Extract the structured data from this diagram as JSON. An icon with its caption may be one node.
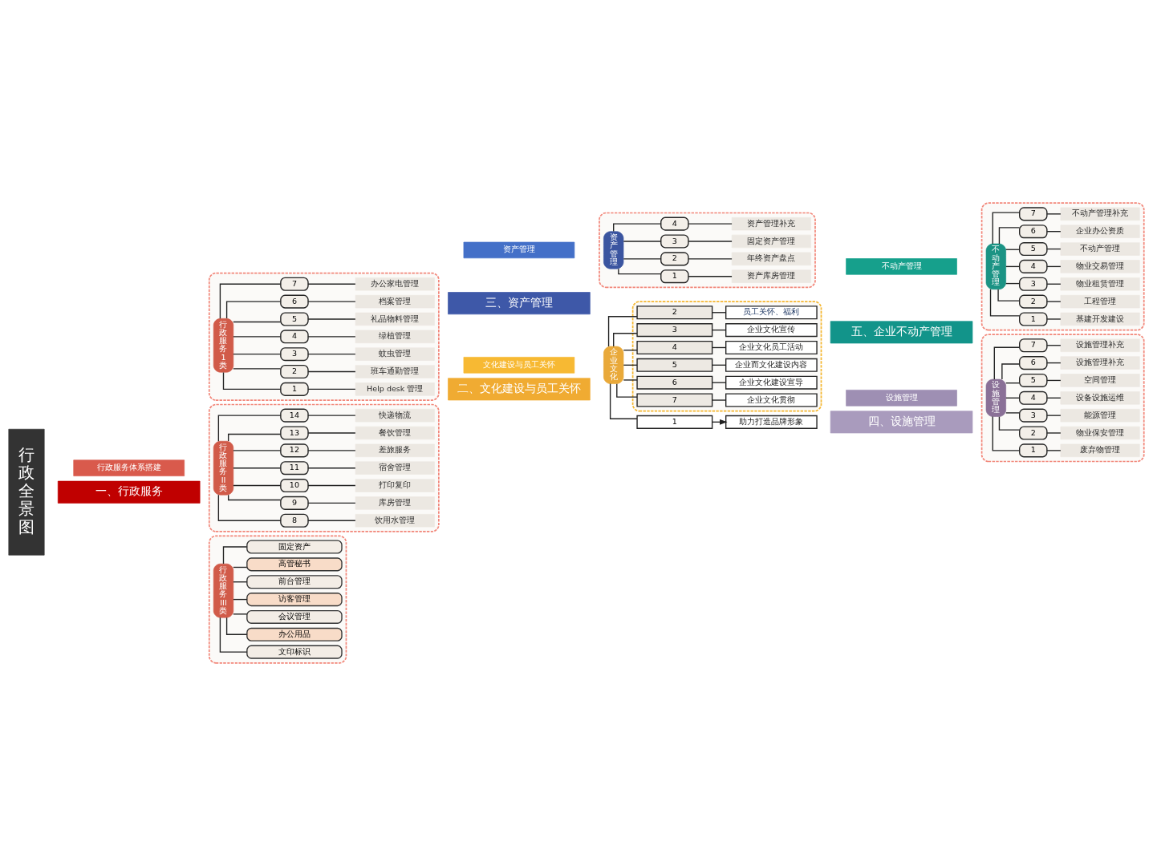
{
  "diagram": {
    "nodes": [
      {
        "text": [
          "行政全景图"
        ]
      },
      {
        "text": [
          "一、行政服务"
        ]
      },
      {
        "text": [
          "行政服务体系搭建"
        ]
      },
      {
        "text": [],
        "shape": "box"
      },
      {
        "text": [
          "行政服务1类"
        ],
        "in": 3
      },
      {
        "text": [
          "1"
        ],
        "in": 3
      },
      {
        "text": [
          "2"
        ],
        "in": 3
      },
      {
        "text": [
          "3"
        ],
        "in": 3
      },
      {
        "text": [
          "4"
        ],
        "in": 3
      },
      {
        "text": [
          "5"
        ],
        "in": 3
      },
      {
        "text": [
          "6"
        ],
        "in": 3
      },
      {
        "text": [
          "7"
        ],
        "in": 3
      },
      {
        "text": [
          "Help desk 管理"
        ],
        "in": 3
      },
      {
        "text": [
          "班车通勤管理"
        ],
        "in": 3
      },
      {
        "text": [
          "蚊虫管理"
        ],
        "in": 3
      },
      {
        "text": [
          "绿植管理"
        ],
        "in": 3
      },
      {
        "text": [
          "礼品物料管理"
        ],
        "in": 3
      },
      {
        "text": [
          "档案管理"
        ],
        "in": 3
      },
      {
        "text": [
          "办公家电管理"
        ],
        "in": 3
      },
      {
        "text": [],
        "shape": "box"
      },
      {
        "text": [
          "行政服务II类"
        ],
        "in": 19
      },
      {
        "text": [
          "8"
        ],
        "in": 19
      },
      {
        "text": [
          "9"
        ],
        "in": 19
      },
      {
        "text": [
          "10"
        ],
        "in": 19
      },
      {
        "text": [
          "11"
        ],
        "in": 19
      },
      {
        "text": [
          "12"
        ],
        "in": 19
      },
      {
        "text": [
          "13"
        ],
        "in": 19
      },
      {
        "text": [
          "14"
        ],
        "in": 19
      },
      {
        "text": [
          "饮用水管理"
        ],
        "in": 19
      },
      {
        "text": [
          "库房管理"
        ],
        "in": 19
      },
      {
        "text": [
          "打印复印"
        ],
        "in": 19
      },
      {
        "text": [
          "宿舍管理"
        ],
        "in": 19
      },
      {
        "text": [
          "差旅服务"
        ],
        "in": 19
      },
      {
        "text": [
          "餐饮管理"
        ],
        "in": 19
      },
      {
        "text": [
          "快递物流"
        ],
        "in": 19
      },
      {
        "text": [],
        "shape": "box"
      },
      {
        "text": [
          "行政服务III类"
        ],
        "in": 35
      },
      {
        "text": [
          "文印标识"
        ],
        "in": 35
      },
      {
        "text": [
          "办公用品"
        ],
        "in": 35
      },
      {
        "text": [
          "会议管理"
        ],
        "in": 35
      },
      {
        "text": [
          "访客管理"
        ],
        "in": 35
      },
      {
        "text": [
          "前台管理"
        ],
        "in": 35
      },
      {
        "text": [
          "高管秘书"
        ],
        "in": 35
      },
      {
        "text": [
          "固定资产"
        ],
        "in": 35
      },
      {
        "text": [
          "二、文化建设与员工关怀"
        ]
      },
      {
        "text": [
          "文化建设与员工关怀"
        ]
      },
      {
        "text": [
          "企业文化"
        ]
      },
      {
        "text": [
          "1"
        ]
      },
      {
        "text": [
          "助力打造品牌形象"
        ]
      },
      {
        "text": [],
        "shape": "box"
      },
      {
        "text": [
          "2"
        ],
        "in": 49
      },
      {
        "text": [
          "3"
        ],
        "in": 49
      },
      {
        "text": [
          "4"
        ],
        "in": 49
      },
      {
        "text": [
          "5"
        ],
        "in": 49
      },
      {
        "text": [
          "6"
        ],
        "in": 49
      },
      {
        "text": [
          "7"
        ],
        "in": 49
      },
      {
        "text": [
          "员工关怀、福利"
        ],
        "in": 49
      },
      {
        "text": [
          "企业文化宣传"
        ],
        "in": 49
      },
      {
        "text": [
          "企业文化员工活动"
        ],
        "in": 49
      },
      {
        "text": [
          "企业而文化建设内容"
        ],
        "in": 49
      },
      {
        "text": [
          "企业文化建设宣导"
        ],
        "in": 49
      },
      {
        "text": [
          "企业文化贯彻"
        ],
        "in": 49
      },
      {
        "text": [
          "四、设施管理"
        ]
      },
      {
        "text": [
          "设施管理"
        ]
      },
      {
        "text": [],
        "shape": "box"
      },
      {
        "text": [
          "设施管理"
        ],
        "in": 64
      },
      {
        "text": [
          "1"
        ],
        "in": 64
      },
      {
        "text": [
          "2"
        ],
        "in": 64
      },
      {
        "text": [
          "3"
        ],
        "in": 64
      },
      {
        "text": [
          "4"
        ],
        "in": 64
      },
      {
        "text": [
          "5"
        ],
        "in": 64
      },
      {
        "text": [
          "6"
        ],
        "in": 64
      },
      {
        "text": [
          "7"
        ],
        "in": 64
      },
      {
        "text": [
          "废弃物管理"
        ],
        "in": 64
      },
      {
        "text": [
          "物业保安管理"
        ],
        "in": 64
      },
      {
        "text": [
          "能源管理"
        ],
        "in": 64
      },
      {
        "text": [
          "设备设施运维"
        ],
        "in": 64
      },
      {
        "text": [
          "空间管理"
        ],
        "in": 64
      },
      {
        "text": [
          "设施管理补充"
        ],
        "in": 64
      },
      {
        "text": [
          "设施管理补充"
        ],
        "in": 64
      },
      {
        "text": [
          "三、资产管理"
        ]
      },
      {
        "text": [
          "资产管理"
        ]
      },
      {
        "text": [],
        "shape": "box"
      },
      {
        "text": [
          "资产管理"
        ],
        "in": 82
      },
      {
        "text": [
          "1"
        ],
        "in": 82
      },
      {
        "text": [
          "2"
        ],
        "in": 82
      },
      {
        "text": [
          "3"
        ],
        "in": 82
      },
      {
        "text": [
          "4"
        ],
        "in": 82
      },
      {
        "text": [
          "资产库房管理"
        ],
        "in": 82
      },
      {
        "text": [
          "年终资产盘点"
        ],
        "in": 82
      },
      {
        "text": [
          "固定资产管理"
        ],
        "in": 82
      },
      {
        "text": [
          "资产管理补充"
        ],
        "in": 82
      },
      {
        "text": [
          "五、企业不动产管理"
        ]
      },
      {
        "text": [
          "不动产管理"
        ]
      },
      {
        "text": [],
        "shape": "box"
      },
      {
        "text": [
          "不动产管理"
        ],
        "in": 94
      },
      {
        "text": [
          "1"
        ],
        "in": 94
      },
      {
        "text": [
          "2"
        ],
        "in": 94
      },
      {
        "text": [
          "3"
        ],
        "in": 94
      },
      {
        "text": [
          "4"
        ],
        "in": 94
      },
      {
        "text": [
          "5"
        ],
        "in": 94
      },
      {
        "text": [
          "6"
        ],
        "in": 94
      },
      {
        "text": [
          "7"
        ],
        "in": 94
      },
      {
        "text": [
          "基建开发建设"
        ],
        "in": 94
      },
      {
        "text": [
          "工程管理"
        ],
        "in": 94
      },
      {
        "text": [
          "物业租赁管理"
        ],
        "in": 94
      },
      {
        "text": [
          "物业交易管理"
        ],
        "in": 94
      },
      {
        "text": [
          "不动产管理"
        ],
        "in": 94
      },
      {
        "text": [
          "企业办公资质"
        ],
        "in": 94
      },
      {
        "text": [
          "不动产管理补充"
        ],
        "in": 94
      }
    ],
    "edges": [
      {
        "from": 4,
        "to": 5,
        "arrow": "none"
      },
      {
        "from": 4,
        "to": 6,
        "arrow": "none"
      },
      {
        "from": 4,
        "to": 7,
        "arrow": "none"
      },
      {
        "from": 4,
        "to": 8,
        "arrow": "none"
      },
      {
        "from": 4,
        "to": 9,
        "arrow": "none"
      },
      {
        "from": 4,
        "to": 10,
        "arrow": "none"
      },
      {
        "from": 4,
        "to": 11,
        "arrow": "none"
      },
      {
        "from": 5,
        "to": 12,
        "arrow": "none"
      },
      {
        "from": 6,
        "to": 13,
        "arrow": "none"
      },
      {
        "from": 7,
        "to": 14,
        "arrow": "none"
      },
      {
        "from": 8,
        "to": 15,
        "arrow": "none"
      },
      {
        "from": 9,
        "to": 16,
        "arrow": "none"
      },
      {
        "from": 10,
        "to": 17,
        "arrow": "none"
      },
      {
        "from": 11,
        "to": 18,
        "arrow": "none"
      },
      {
        "from": 20,
        "to": 21,
        "arrow": "none"
      },
      {
        "from": 20,
        "to": 22,
        "arrow": "none"
      },
      {
        "from": 20,
        "to": 23,
        "arrow": "none"
      },
      {
        "from": 20,
        "to": 24,
        "arrow": "none"
      },
      {
        "from": 20,
        "to": 25,
        "arrow": "none"
      },
      {
        "from": 20,
        "to": 26,
        "arrow": "none"
      },
      {
        "from": 20,
        "to": 27,
        "arrow": "none"
      },
      {
        "from": 21,
        "to": 28,
        "arrow": "none"
      },
      {
        "from": 22,
        "to": 29,
        "arrow": "none"
      },
      {
        "from": 23,
        "to": 30,
        "arrow": "none"
      },
      {
        "from": 24,
        "to": 31,
        "arrow": "none"
      },
      {
        "from": 25,
        "to": 32,
        "arrow": "none"
      },
      {
        "from": 26,
        "to": 33,
        "arrow": "none"
      },
      {
        "from": 27,
        "to": 34,
        "arrow": "none"
      },
      {
        "from": 36,
        "to": 37,
        "arrow": "none"
      },
      {
        "from": 36,
        "to": 38,
        "arrow": "none"
      },
      {
        "from": 36,
        "to": 39,
        "arrow": "none"
      },
      {
        "from": 36,
        "to": 40,
        "arrow": "none"
      },
      {
        "from": 36,
        "to": 41,
        "arrow": "none"
      },
      {
        "from": 36,
        "to": 42,
        "arrow": "none"
      },
      {
        "from": 36,
        "to": 43,
        "arrow": "none"
      },
      {
        "from": 46,
        "to": 47,
        "arrow": "none"
      },
      {
        "from": 46,
        "to": 50,
        "arrow": "none"
      },
      {
        "from": 46,
        "to": 51,
        "arrow": "none"
      },
      {
        "from": 46,
        "to": 52,
        "arrow": "none"
      },
      {
        "from": 46,
        "to": 53,
        "arrow": "none"
      },
      {
        "from": 46,
        "to": 54,
        "arrow": "none"
      },
      {
        "from": 46,
        "to": 55,
        "arrow": "none"
      },
      {
        "from": 47,
        "to": 48,
        "arrow": "to"
      },
      {
        "from": 50,
        "to": 56,
        "arrow": "none"
      },
      {
        "from": 51,
        "to": 57,
        "arrow": "none"
      },
      {
        "from": 52,
        "to": 58,
        "arrow": "none"
      },
      {
        "from": 53,
        "to": 59,
        "arrow": "none"
      },
      {
        "from": 54,
        "to": 60,
        "arrow": "none"
      },
      {
        "from": 55,
        "to": 61,
        "arrow": "none"
      },
      {
        "from": 65,
        "to": 66,
        "arrow": "none"
      },
      {
        "from": 65,
        "to": 67,
        "arrow": "none"
      },
      {
        "from": 65,
        "to": 68,
        "arrow": "none"
      },
      {
        "from": 65,
        "to": 69,
        "arrow": "none"
      },
      {
        "from": 65,
        "to": 70,
        "arrow": "none"
      },
      {
        "from": 65,
        "to": 71,
        "arrow": "none"
      },
      {
        "from": 65,
        "to": 72,
        "arrow": "none"
      },
      {
        "from": 66,
        "to": 73,
        "arrow": "none"
      },
      {
        "from": 67,
        "to": 74,
        "arrow": "none"
      },
      {
        "from": 68,
        "to": 75,
        "arrow": "none"
      },
      {
        "from": 69,
        "to": 76,
        "arrow": "none"
      },
      {
        "from": 70,
        "to": 77,
        "arrow": "none"
      },
      {
        "from": 71,
        "to": 78,
        "arrow": "none"
      },
      {
        "from": 72,
        "to": 79,
        "arrow": "none"
      },
      {
        "from": 83,
        "to": 84,
        "arrow": "none"
      },
      {
        "from": 83,
        "to": 85,
        "arrow": "none"
      },
      {
        "from": 83,
        "to": 86,
        "arrow": "none"
      },
      {
        "from": 83,
        "to": 87,
        "arrow": "none"
      },
      {
        "from": 84,
        "to": 88,
        "arrow": "none"
      },
      {
        "from": 85,
        "to": 89,
        "arrow": "none"
      },
      {
        "from": 86,
        "to": 90,
        "arrow": "none"
      },
      {
        "from": 87,
        "to": 91,
        "arrow": "none"
      },
      {
        "from": 95,
        "to": 96,
        "arrow": "none"
      },
      {
        "from": 95,
        "to": 97,
        "arrow": "none"
      },
      {
        "from": 95,
        "to": 98,
        "arrow": "none"
      },
      {
        "from": 95,
        "to": 99,
        "arrow": "none"
      },
      {
        "from": 95,
        "to": 100,
        "arrow": "none"
      },
      {
        "from": 95,
        "to": 101,
        "arrow": "none"
      },
      {
        "from": 95,
        "to": 102,
        "arrow": "none"
      },
      {
        "from": 96,
        "to": 103,
        "arrow": "none"
      },
      {
        "from": 97,
        "to": 104,
        "arrow": "none"
      },
      {
        "from": 98,
        "to": 105,
        "arrow": "none"
      },
      {
        "from": 99,
        "to": 106,
        "arrow": "none"
      },
      {
        "from": 100,
        "to": 107,
        "arrow": "none"
      },
      {
        "from": 101,
        "to": 108,
        "arrow": "none"
      },
      {
        "from": 102,
        "to": 109,
        "arrow": "none"
      }
    ]
  }
}
